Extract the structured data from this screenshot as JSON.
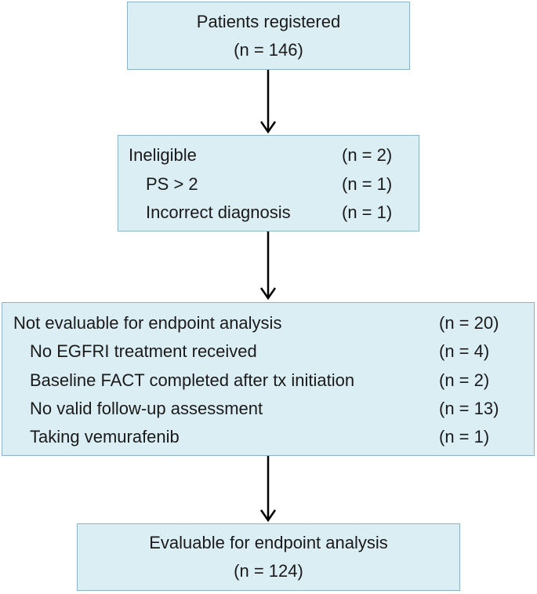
{
  "diagram": {
    "box_fill": "#dbeef4",
    "box_border": "#8db3c7",
    "arrow_color": "#000000",
    "registered": {
      "title": "Patients registered",
      "count": "(n = 146)"
    },
    "ineligible": {
      "rows": [
        {
          "label": "Ineligible",
          "count": "(n = 2)"
        },
        {
          "label": "PS > 2",
          "count": "(n = 1)"
        },
        {
          "label": "Incorrect diagnosis",
          "count": "(n = 1)"
        }
      ]
    },
    "not_evaluable": {
      "rows": [
        {
          "label": "Not evaluable for endpoint analysis",
          "count": "(n = 20)"
        },
        {
          "label": "No EGFRI treatment received",
          "count": "(n = 4)"
        },
        {
          "label": "Baseline FACT completed after tx initiation",
          "count": "(n = 2)"
        },
        {
          "label": "No valid follow-up assessment",
          "count": "(n = 13)"
        },
        {
          "label": "Taking vemurafenib",
          "count": "(n = 1)"
        }
      ]
    },
    "evaluable": {
      "title": "Evaluable for endpoint analysis",
      "count": "(n = 124)"
    }
  }
}
